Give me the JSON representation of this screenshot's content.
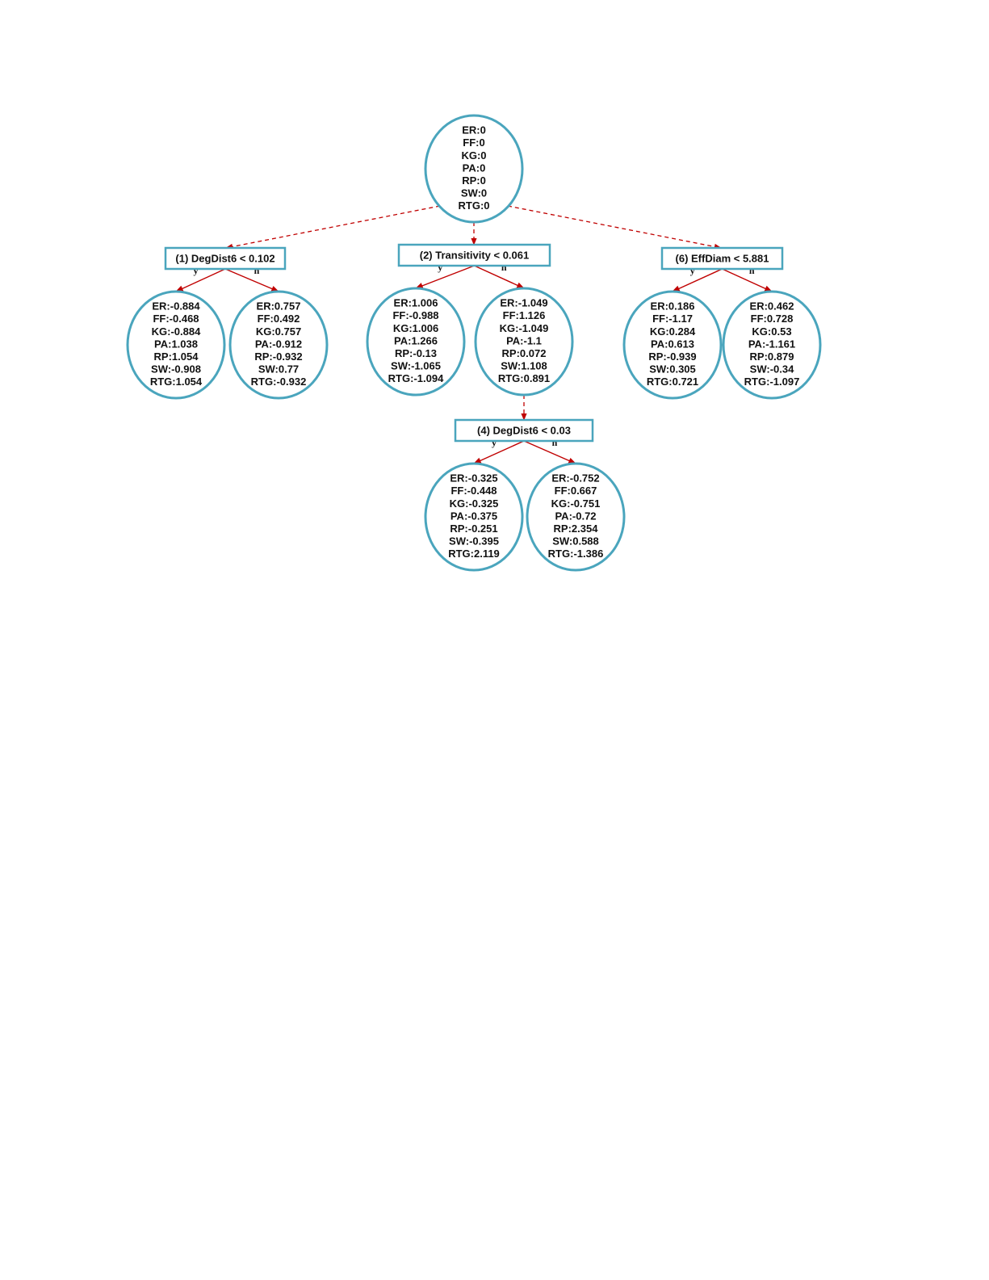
{
  "colors": {
    "node_stroke": "#4aa5bd",
    "edge": "#c00000",
    "text": "#111111",
    "background": "#ffffff"
  },
  "branch_labels": {
    "yes": "y",
    "no": "n"
  },
  "root": {
    "id": "root",
    "lines": [
      "ER:0",
      "FF:0",
      "KG:0",
      "PA:0",
      "RP:0",
      "SW:0",
      "RTG:0"
    ]
  },
  "splits": [
    {
      "id": "split1",
      "label": "(1) DegDist6 < 0.102",
      "parent": "root",
      "yes": {
        "id": "leaf1y",
        "lines": [
          "ER:-0.884",
          "FF:-0.468",
          "KG:-0.884",
          "PA:1.038",
          "RP:1.054",
          "SW:-0.908",
          "RTG:1.054"
        ]
      },
      "no": {
        "id": "leaf1n",
        "lines": [
          "ER:0.757",
          "FF:0.492",
          "KG:0.757",
          "PA:-0.912",
          "RP:-0.932",
          "SW:0.77",
          "RTG:-0.932"
        ]
      }
    },
    {
      "id": "split2",
      "label": "(2) Transitivity < 0.061",
      "parent": "root",
      "yes": {
        "id": "leaf2y",
        "lines": [
          "ER:1.006",
          "FF:-0.988",
          "KG:1.006",
          "PA:1.266",
          "RP:-0.13",
          "SW:-1.065",
          "RTG:-1.094"
        ]
      },
      "no": {
        "id": "leaf2n",
        "lines": [
          "ER:-1.049",
          "FF:1.126",
          "KG:-1.049",
          "PA:-1.1",
          "RP:0.072",
          "SW:1.108",
          "RTG:0.891"
        ]
      }
    },
    {
      "id": "split6",
      "label": "(6) EffDiam < 5.881",
      "parent": "root",
      "yes": {
        "id": "leaf6y",
        "lines": [
          "ER:0.186",
          "FF:-1.17",
          "KG:0.284",
          "PA:0.613",
          "RP:-0.939",
          "SW:0.305",
          "RTG:0.721"
        ]
      },
      "no": {
        "id": "leaf6n",
        "lines": [
          "ER:0.462",
          "FF:0.728",
          "KG:0.53",
          "PA:-1.161",
          "RP:0.879",
          "SW:-0.34",
          "RTG:-1.097"
        ]
      }
    },
    {
      "id": "split4",
      "label": "(4) DegDist6 < 0.03",
      "parent": "leaf2n",
      "yes": {
        "id": "leaf4y",
        "lines": [
          "ER:-0.325",
          "FF:-0.448",
          "KG:-0.325",
          "PA:-0.375",
          "RP:-0.251",
          "SW:-0.395",
          "RTG:2.119"
        ]
      },
      "no": {
        "id": "leaf4n",
        "lines": [
          "ER:-0.752",
          "FF:0.667",
          "KG:-0.751",
          "PA:-0.72",
          "RP:2.354",
          "SW:0.588",
          "RTG:-1.386"
        ]
      }
    }
  ]
}
